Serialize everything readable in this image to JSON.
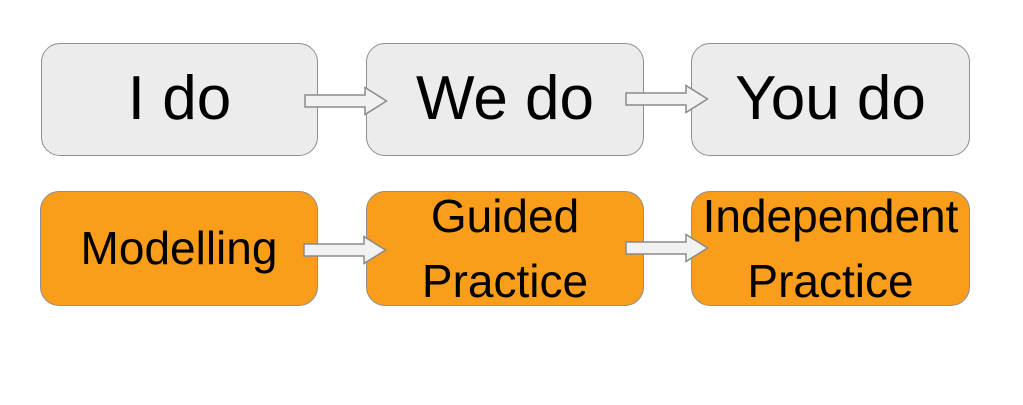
{
  "colors": {
    "background": "#ffffff",
    "box_gray": "#ececec",
    "box_orange": "#f99d1a",
    "box_border": "#8f8f8f",
    "arrow_fill": "#f1f1f1",
    "arrow_stroke": "#8a8a8a",
    "text": "#000000"
  },
  "rows": [
    {
      "style": "gray",
      "boxes": [
        {
          "label": "I do"
        },
        {
          "label": "We do"
        },
        {
          "label": "You do"
        }
      ]
    },
    {
      "style": "orange",
      "boxes": [
        {
          "label": "Modelling"
        },
        {
          "label": "Guided Practice"
        },
        {
          "label": "Independent Practice"
        }
      ]
    }
  ],
  "icons": {
    "arrow": "block-arrow-right"
  }
}
